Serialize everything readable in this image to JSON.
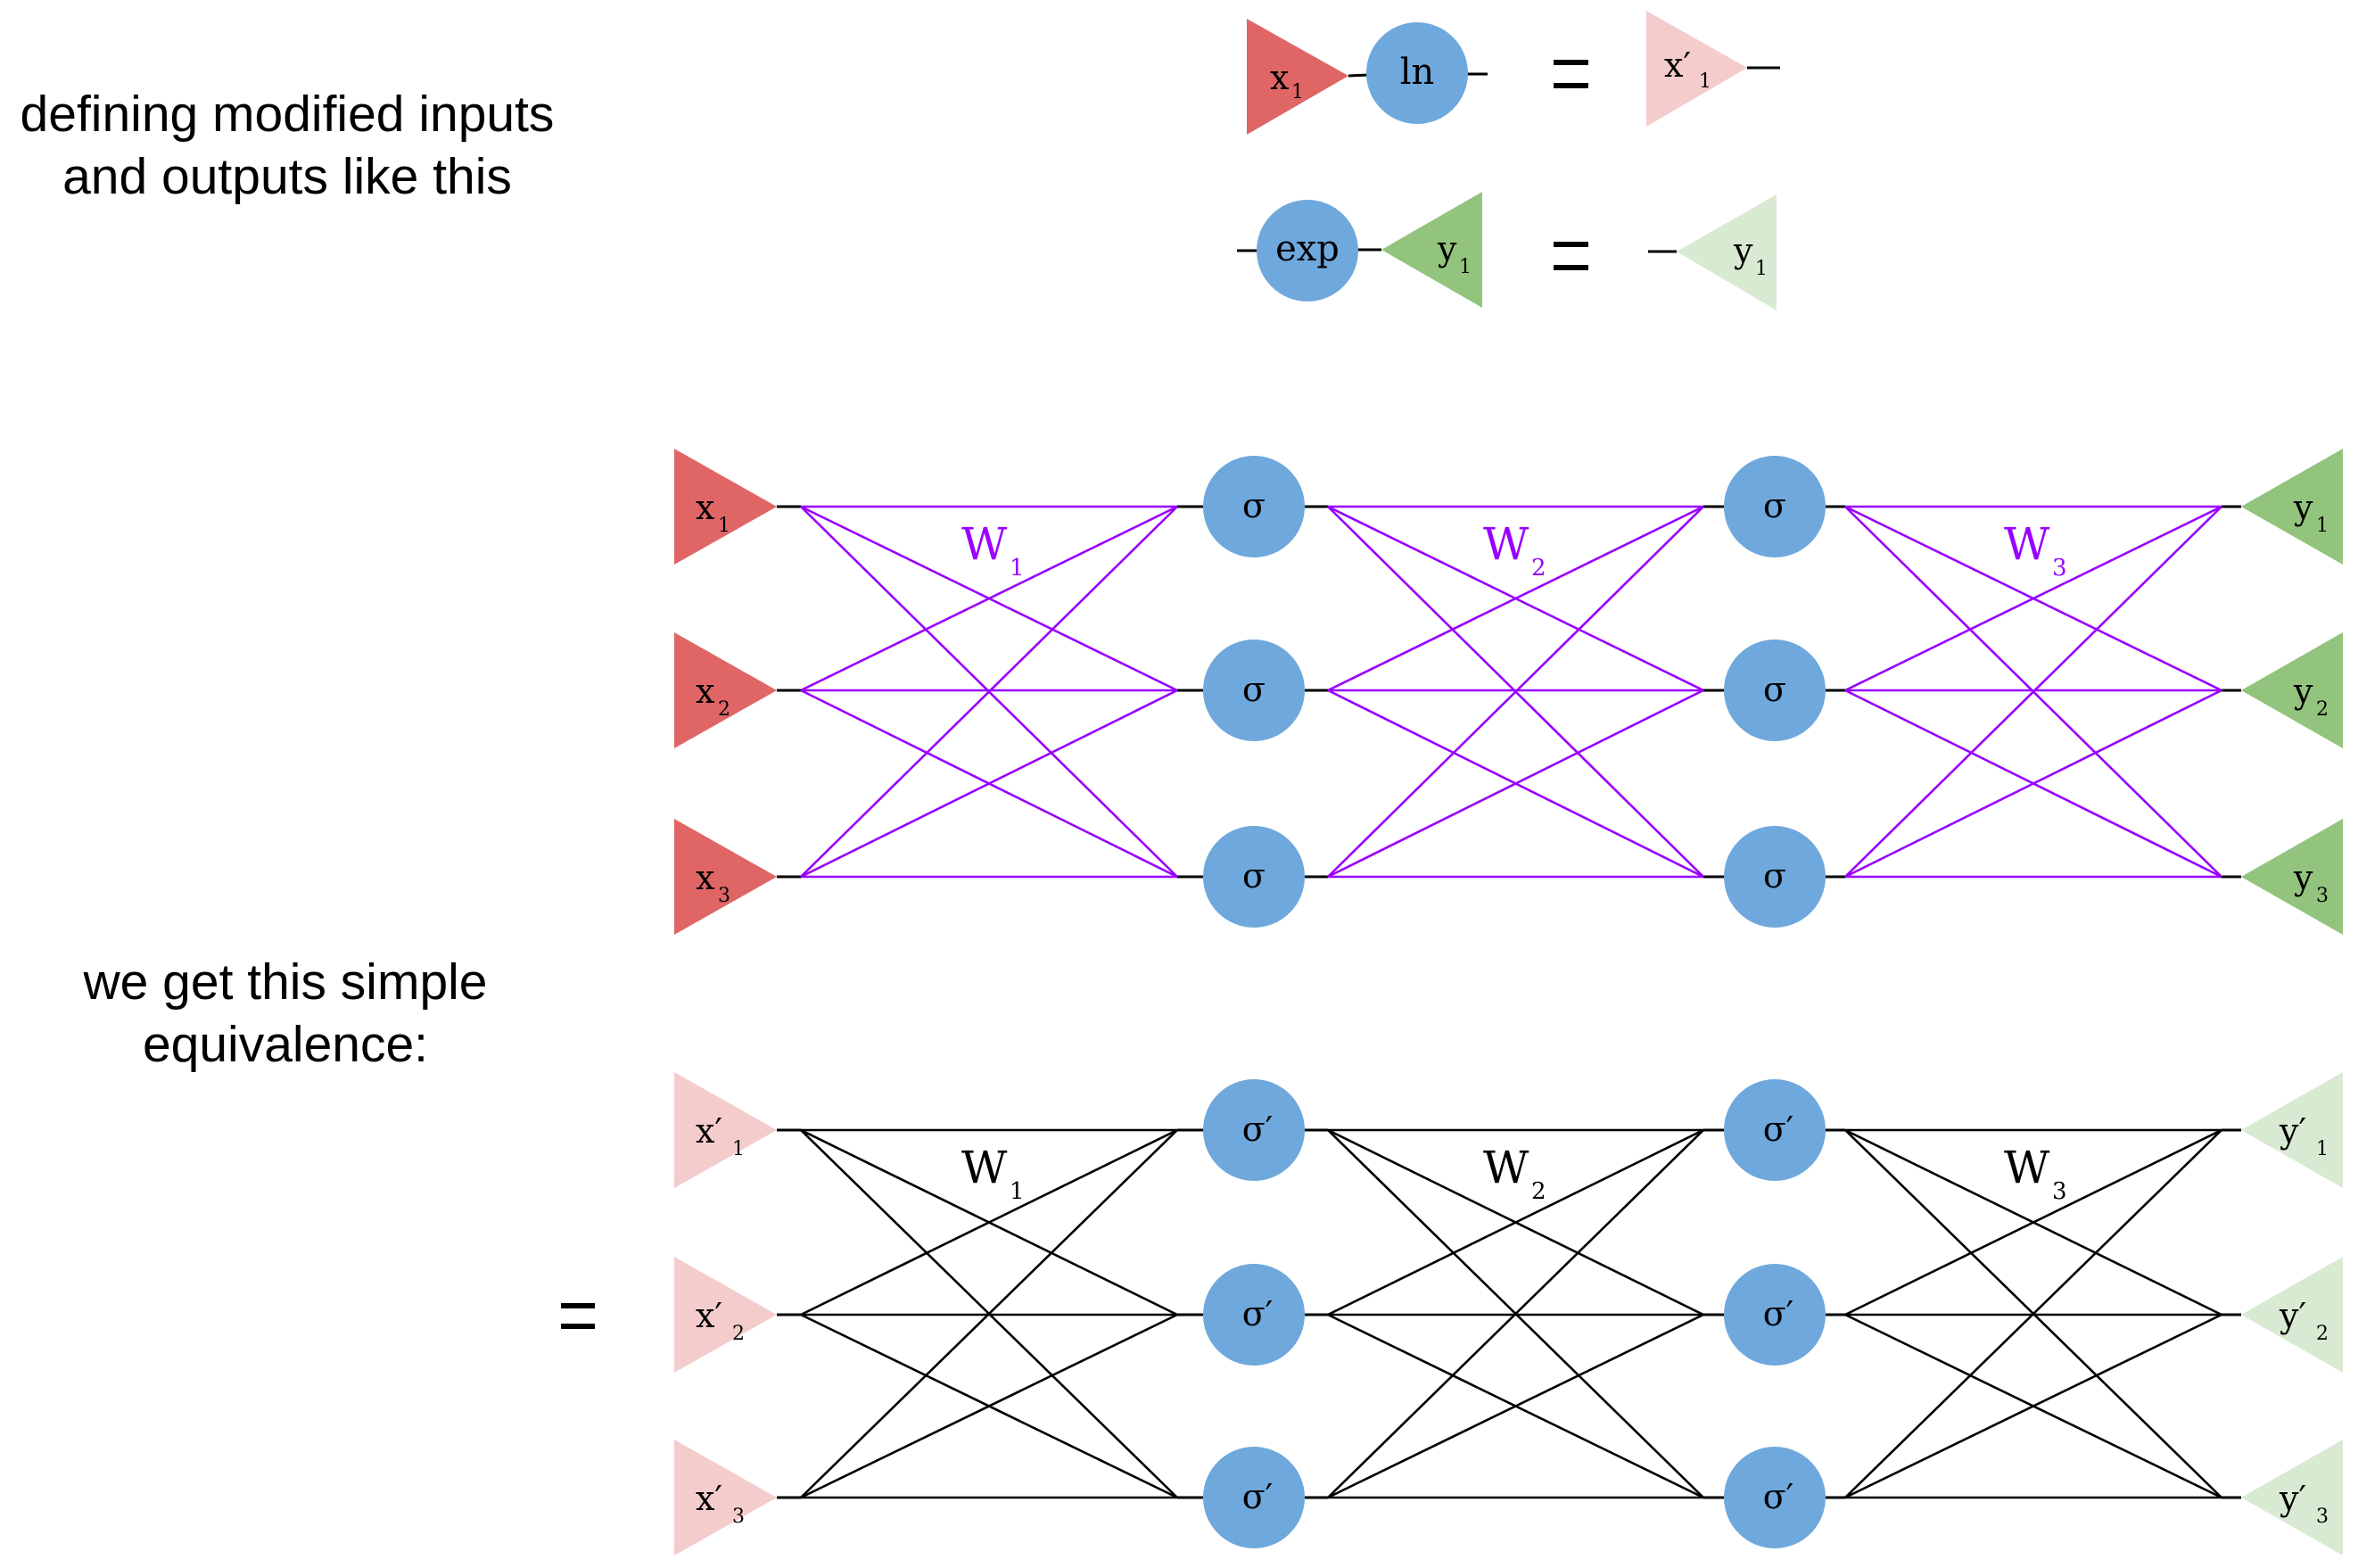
{
  "colors": {
    "input": "#e06666",
    "input_modified": "#f4cccc",
    "output": "#93c47d",
    "output_modified": "#d9ead3",
    "activation": "#6fa8dc",
    "weights_original": "#9900ff",
    "weights_equivalent": "#000000"
  },
  "captions": {
    "definition": [
      "defining modified inputs",
      "and outputs like this"
    ],
    "equivalence": [
      "we get this simple",
      "equivalence:"
    ]
  },
  "definitions": {
    "input_transform": {
      "input": {
        "main": "x",
        "sub": "1",
        "prime": false
      },
      "op": "ln",
      "equals": "=",
      "result": {
        "main": "x′",
        "sub": "1",
        "prime": true
      }
    },
    "output_transform": {
      "op": "exp",
      "output": {
        "main": "y",
        "sub": "1",
        "prime": false
      },
      "equals": "=",
      "result": {
        "main": "y",
        "sub": "1",
        "prime": false
      }
    }
  },
  "networks": [
    {
      "id": "original",
      "weights_color_key": "weights_original",
      "inputs": [
        {
          "main": "x",
          "sub": "1"
        },
        {
          "main": "x",
          "sub": "2"
        },
        {
          "main": "x",
          "sub": "3"
        }
      ],
      "input_color_key": "input",
      "hidden_layers": [
        [
          "σ",
          "σ",
          "σ"
        ],
        [
          "σ",
          "σ",
          "σ"
        ]
      ],
      "outputs": [
        {
          "main": "y",
          "sub": "1"
        },
        {
          "main": "y",
          "sub": "2"
        },
        {
          "main": "y",
          "sub": "3"
        }
      ],
      "output_color_key": "output",
      "weights": [
        {
          "main": "W",
          "sub": "1"
        },
        {
          "main": "W",
          "sub": "2"
        },
        {
          "main": "W",
          "sub": "3"
        }
      ]
    },
    {
      "id": "equivalent",
      "prefix": "=",
      "weights_color_key": "weights_equivalent",
      "inputs": [
        {
          "main": "x′",
          "sub": "1"
        },
        {
          "main": "x′",
          "sub": "2"
        },
        {
          "main": "x′",
          "sub": "3"
        }
      ],
      "input_color_key": "input_modified",
      "hidden_layers": [
        [
          "σ′",
          "σ′",
          "σ′"
        ],
        [
          "σ′",
          "σ′",
          "σ′"
        ]
      ],
      "outputs": [
        {
          "main": "y′",
          "sub": "1"
        },
        {
          "main": "y′",
          "sub": "2"
        },
        {
          "main": "y′",
          "sub": "3"
        }
      ],
      "output_color_key": "output_modified",
      "weights": [
        {
          "main": "W",
          "sub": "1"
        },
        {
          "main": "W",
          "sub": "2"
        },
        {
          "main": "W",
          "sub": "3"
        }
      ]
    }
  ]
}
